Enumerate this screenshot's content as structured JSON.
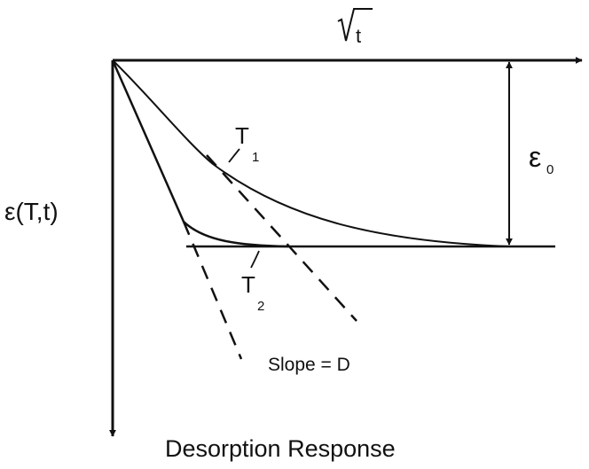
{
  "diagram": {
    "caption": "Desorption Response",
    "x_axis_label": "√t",
    "x_axis_label_radicand": "t",
    "y_axis_label": "ε(T,t)",
    "equilibrium_label_main": "ε",
    "equilibrium_label_sub": "0",
    "curve_1_label_main": "T",
    "curve_1_label_sub": "1",
    "curve_2_label_main": "T",
    "curve_2_label_sub": "2",
    "slope_label": "Slope = D"
  },
  "colors": {
    "ink": "#111111",
    "background": "#ffffff"
  }
}
